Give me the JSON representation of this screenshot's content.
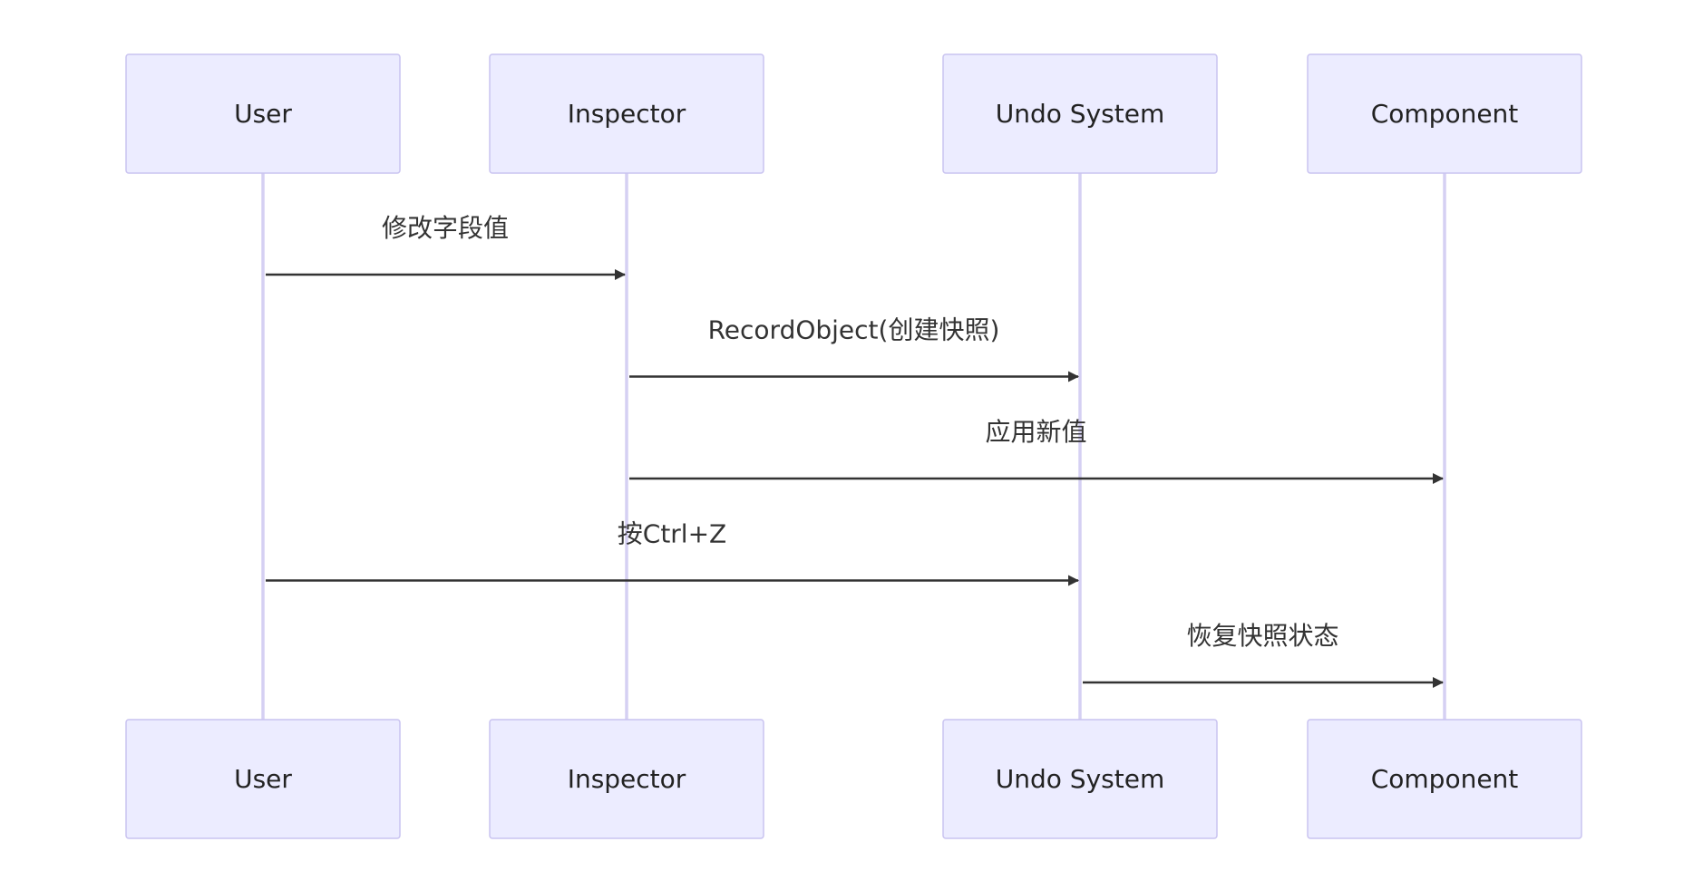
{
  "participants": [
    {
      "id": "user",
      "label": "User"
    },
    {
      "id": "inspector",
      "label": "Inspector"
    },
    {
      "id": "undo",
      "label": "Undo System"
    },
    {
      "id": "component",
      "label": "Component"
    }
  ],
  "messages": [
    {
      "from": "user",
      "to": "inspector",
      "label": "修改字段值"
    },
    {
      "from": "inspector",
      "to": "undo",
      "label": "RecordObject(创建快照)"
    },
    {
      "from": "inspector",
      "to": "component",
      "label": "应用新值"
    },
    {
      "from": "user",
      "to": "undo",
      "label": "按Ctrl+Z"
    },
    {
      "from": "undo",
      "to": "component",
      "label": "恢复快照状态"
    }
  ],
  "colors": {
    "actor_fill": "#ececff",
    "actor_border": "#c9c3f0",
    "lifeline": "#d5d0f3",
    "arrow": "#333333",
    "text": "#222222"
  }
}
